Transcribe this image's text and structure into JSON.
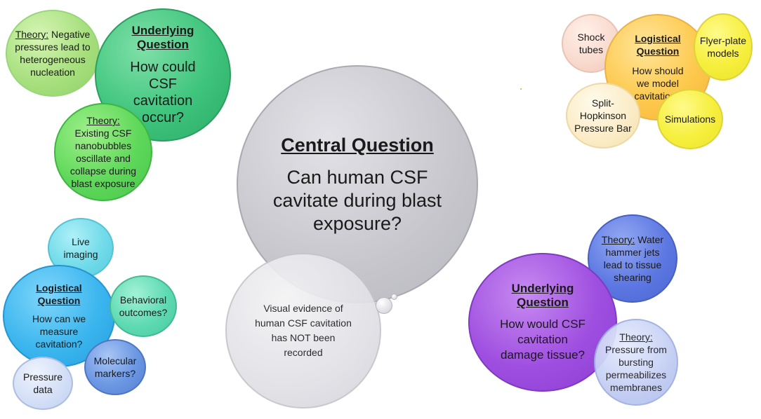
{
  "central": {
    "heading": "Central Question",
    "text": "Can human CSF cavitate during blast exposure?"
  },
  "evidence": {
    "text": "Visual evidence of human CSF cavitation has NOT been recorded"
  },
  "top_left": {
    "theory1_label": "Theory:",
    "theory1_text": " Negative pressures lead to heterogeneous nucleation",
    "underlying_heading": "Underlying Question",
    "underlying_text": "How could CSF cavitation occur?",
    "theory2_label": "Theory:",
    "theory2_text": "Existing CSF nanobubbles oscillate and collapse during blast exposure"
  },
  "top_right": {
    "shock": "Shock tubes",
    "logistical_heading": "Logistical Question",
    "logistical_text": "How should we model cavitation?",
    "flyer": "Flyer-plate models",
    "split": "Split-Hopkinson Pressure Bar",
    "simulations": "Simulations"
  },
  "bottom_left": {
    "live": "Live imaging",
    "logistical_heading": "Logistical Question",
    "logistical_text": "How can we measure cavitation?",
    "behavioral": "Behavioral outcomes?",
    "molecular": "Molecular markers?",
    "pressure": "Pressure data"
  },
  "bottom_right": {
    "theory1_label": "Theory:",
    "theory1_text": " Water hammer jets lead to tissue shearing",
    "underlying_heading": "Underlying Question",
    "underlying_text": "How would CSF cavitation damage tissue?",
    "theory2_label": "Theory:",
    "theory2_text": " Pressure from bursting permeabilizes membranes"
  }
}
